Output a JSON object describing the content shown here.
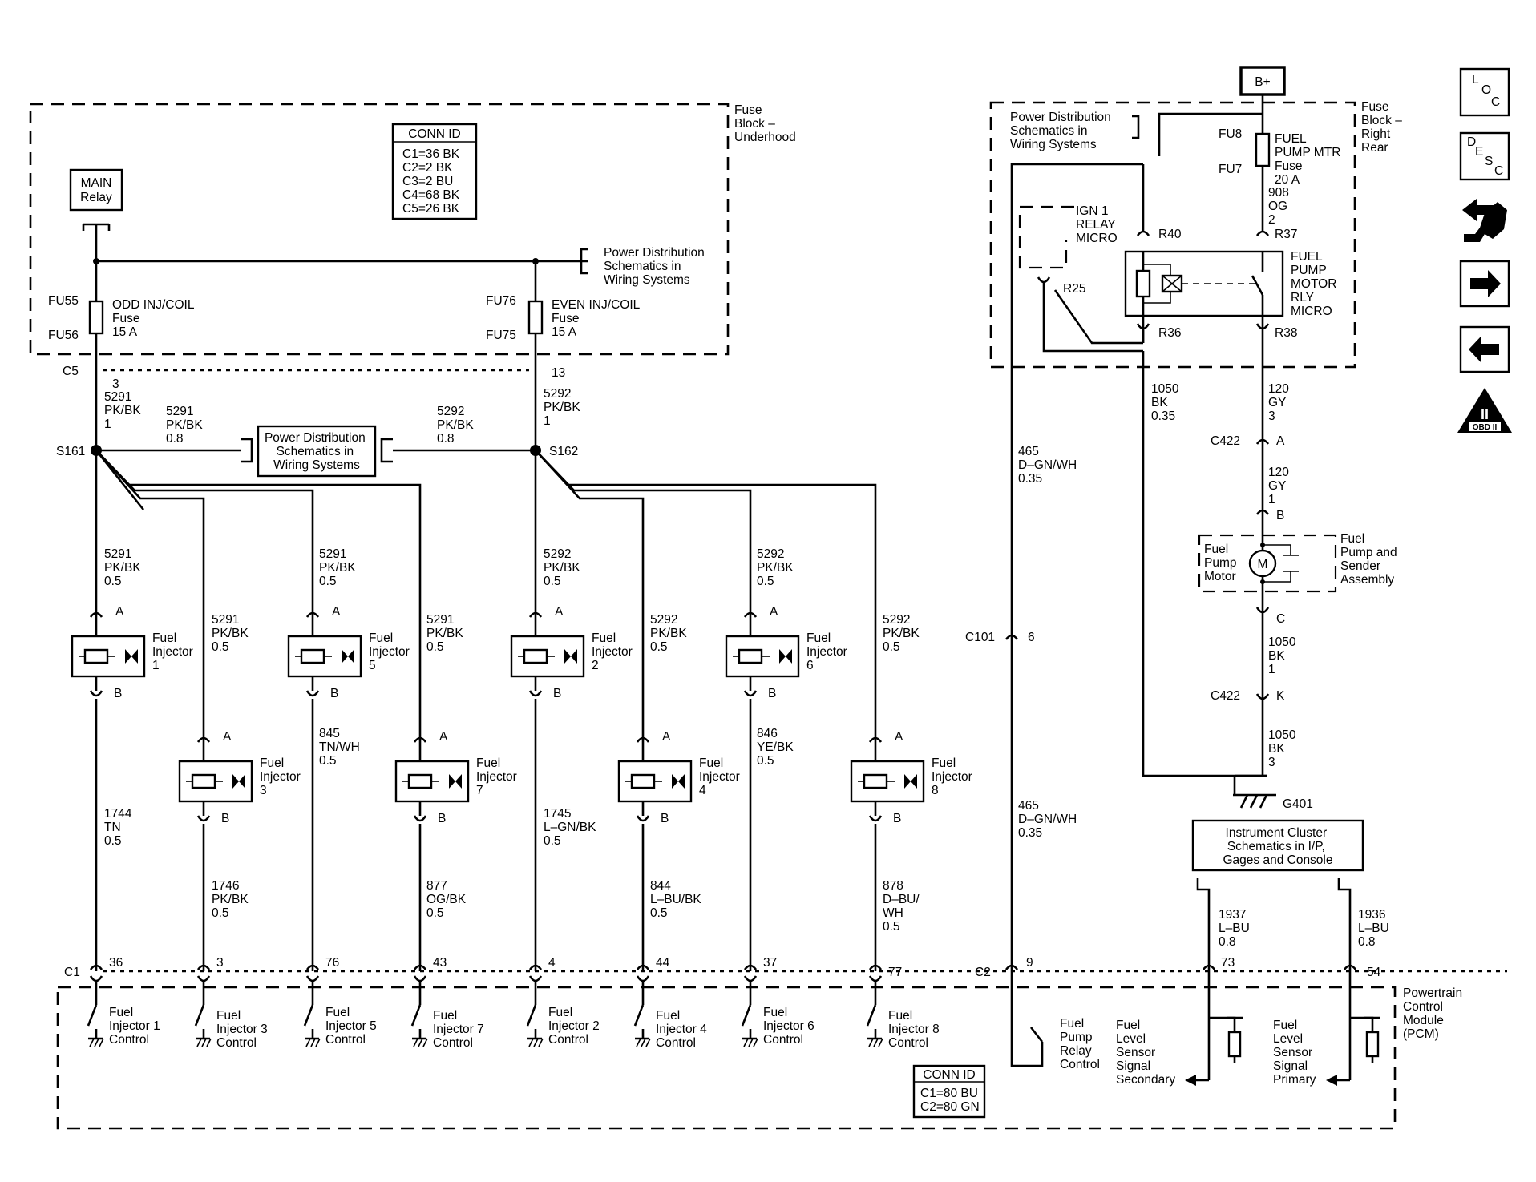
{
  "conn_id_fuse": {
    "title": "CONN ID",
    "lines": [
      "C1=36 BK",
      "C2=2 BK",
      "C3=2 BU",
      "C4=68 BK",
      "C5=26 BK"
    ]
  },
  "conn_id_pcm": {
    "title": "CONN ID",
    "lines": [
      "C1=80 BU",
      "C2=80 GN"
    ]
  },
  "fuse_block_underhood": [
    "Fuse",
    "Block –",
    "Underhood"
  ],
  "fuse_block_rear": [
    "Fuse",
    "Block –",
    "Right",
    "Rear"
  ],
  "main_relay": [
    "MAIN",
    "Relay"
  ],
  "power_dist": [
    "Power Distribution",
    "Schematics in",
    "Wiring Systems"
  ],
  "fu55": "FU55",
  "fu56": "FU56",
  "fu76": "FU76",
  "fu75": "FU75",
  "fuse_odd": [
    "ODD INJ/COIL",
    "Fuse",
    "15 A"
  ],
  "fuse_even": [
    "EVEN INJ/COIL",
    "Fuse",
    "15 A"
  ],
  "c5": "C5",
  "c5_3": "3",
  "c5_13": "13",
  "w5291_1": [
    "5291",
    "PK/BK",
    "1"
  ],
  "w5292_1": [
    "5292",
    "PK/BK",
    "1"
  ],
  "w5291_08": [
    "5291",
    "PK/BK",
    "0.8"
  ],
  "w5292_08": [
    "5292",
    "PK/BK",
    "0.8"
  ],
  "s161": "S161",
  "s162": "S162",
  "w5291_05": [
    "5291",
    "PK/BK",
    "0.5"
  ],
  "w5292_05": [
    "5292",
    "PK/BK",
    "0.5"
  ],
  "pinA": "A",
  "pinB": "B",
  "inj1": [
    "Fuel",
    "Injector",
    "1"
  ],
  "inj2": [
    "Fuel",
    "Injector",
    "2"
  ],
  "inj3": [
    "Fuel",
    "Injector",
    "3"
  ],
  "inj4": [
    "Fuel",
    "Injector",
    "4"
  ],
  "inj5": [
    "Fuel",
    "Injector",
    "5"
  ],
  "inj6": [
    "Fuel",
    "Injector",
    "6"
  ],
  "inj7": [
    "Fuel",
    "Injector",
    "7"
  ],
  "inj8": [
    "Fuel",
    "Injector",
    "8"
  ],
  "w1744": [
    "1744",
    "TN",
    "0.5"
  ],
  "w845": [
    "845",
    "TN/WH",
    "0.5"
  ],
  "w1745": [
    "1745",
    "L–GN/BK",
    "0.5"
  ],
  "w846": [
    "846",
    "YE/BK",
    "0.5"
  ],
  "w1746": [
    "1746",
    "PK/BK",
    "0.5"
  ],
  "w877": [
    "877",
    "OG/BK",
    "0.5"
  ],
  "w844": [
    "844",
    "L–BU/BK",
    "0.5"
  ],
  "w878": [
    "878",
    "D–BU/",
    "WH",
    "0.5"
  ],
  "c1": "C1",
  "c2": "C2",
  "pins_c1": [
    "36",
    "3",
    "76",
    "43",
    "4",
    "44",
    "37",
    "77"
  ],
  "pin_c2_9": "9",
  "pin_73": "73",
  "pin_54": "54",
  "pcm_inj1": [
    "Fuel",
    "Injector 1",
    "Control"
  ],
  "pcm_inj3": [
    "Fuel",
    "Injector 3",
    "Control"
  ],
  "pcm_inj5": [
    "Fuel",
    "Injector 5",
    "Control"
  ],
  "pcm_inj7": [
    "Fuel",
    "Injector 7",
    "Control"
  ],
  "pcm_inj2": [
    "Fuel",
    "Injector 2",
    "Control"
  ],
  "pcm_inj4": [
    "Fuel",
    "Injector 4",
    "Control"
  ],
  "pcm_inj6": [
    "Fuel",
    "Injector 6",
    "Control"
  ],
  "pcm_inj8": [
    "Fuel",
    "Injector 8",
    "Control"
  ],
  "pcm_pump": [
    "Fuel",
    "Pump",
    "Relay",
    "Control"
  ],
  "pcm_sec": [
    "Fuel",
    "Level",
    "Sensor",
    "Signal",
    "Secondary"
  ],
  "pcm_pri": [
    "Fuel",
    "Level",
    "Sensor",
    "Signal",
    "Primary"
  ],
  "pcm_label": [
    "Powertrain",
    "Control",
    "Module",
    "(PCM)"
  ],
  "bplus": "B+",
  "fu8": "FU8",
  "fu7": "FU7",
  "fuse_pump": [
    "FUEL",
    "PUMP MTR",
    "Fuse",
    "20 A"
  ],
  "w908": [
    "908",
    "OG",
    "2"
  ],
  "ign1": [
    "IGN 1",
    "RELAY",
    "MICRO"
  ],
  "r40": "R40",
  "r37": "R37",
  "r25": "R25",
  "r36": "R36",
  "r38": "R38",
  "pump_relay": [
    "FUEL",
    "PUMP",
    "MOTOR",
    "RLY",
    "MICRO"
  ],
  "w1050_035": [
    "1050",
    "BK",
    "0.35"
  ],
  "w465": [
    "465",
    "D–GN/WH",
    "0.35"
  ],
  "w120_3": [
    "120",
    "GY",
    "3"
  ],
  "c422": "C422",
  "pin_a": "A",
  "pin_k": "K",
  "w120_1": [
    "120",
    "GY",
    "1"
  ],
  "pin_b": "B",
  "pin_c": "C",
  "pump_motor": [
    "Fuel",
    "Pump",
    "Motor"
  ],
  "pump_assembly": [
    "Fuel",
    "Pump and",
    "Sender",
    "Assembly"
  ],
  "c101": "C101",
  "c101_6": "6",
  "w1050_1": [
    "1050",
    "BK",
    "1"
  ],
  "w1050_3": [
    "1050",
    "BK",
    "3"
  ],
  "g401": "G401",
  "cluster": [
    "Instrument Cluster",
    "Schematics in I/P,",
    "Gages and Console"
  ],
  "w1937": [
    "1937",
    "L–BU",
    "0.8"
  ],
  "w1936": [
    "1936",
    "L–BU",
    "0.8"
  ],
  "motor_m": "M",
  "side_loc": [
    "L",
    "O",
    "C"
  ],
  "side_desc": [
    "D",
    "E",
    "S",
    "C"
  ],
  "obd": "OBD II",
  "obd_mark": "II"
}
